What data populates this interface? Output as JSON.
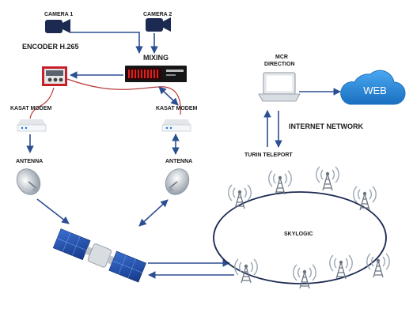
{
  "labels": {
    "camera1": "CAMERA 1",
    "camera2": "CAMERA 2",
    "encoder": "ENCODER H.265",
    "mixing": "MIXING",
    "kasat_left": "KASAT MODEM",
    "kasat_right": "KASAT MODEM",
    "antenna_left": "ANTENNA",
    "antenna_right": "ANTENNA",
    "mcr_line1": "MCR",
    "mcr_line2": "DIRECTION",
    "internet": "INTERNET NETWORK",
    "teleport": "TURIN TELEPORT",
    "skylogic": "SKYLOGIC",
    "web": "WEB"
  },
  "colors": {
    "arrow": "#2c4f94",
    "cloud": "#2b8fe0",
    "device_dark": "#1c2a52",
    "mixer_red": "#e02020"
  },
  "icons": [
    "camera-icon",
    "encoder-icon",
    "mixer-icon",
    "modem-icon",
    "dish-antenna-icon",
    "satellite-icon",
    "laptop-icon",
    "cloud-icon",
    "tower-icon"
  ]
}
